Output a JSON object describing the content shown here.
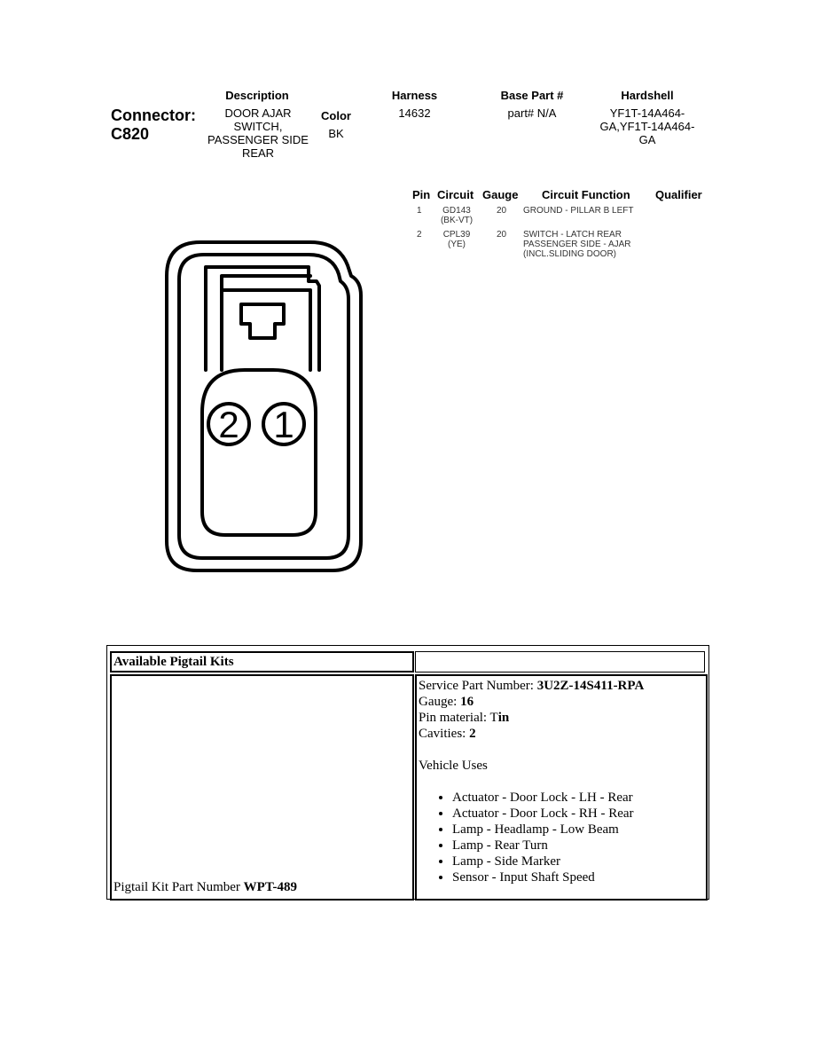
{
  "connector": {
    "label": "Connector:",
    "id": "C820",
    "headers": {
      "description": "Description",
      "color": "Color",
      "harness": "Harness",
      "base_part": "Base Part #",
      "hardshell": "Hardshell"
    },
    "description_lines": [
      "DOOR AJAR",
      "SWITCH,",
      "PASSENGER SIDE",
      "REAR"
    ],
    "color": "BK",
    "harness": "14632",
    "base_part": "part# N/A",
    "hardshell_lines": [
      "YF1T-14A464-",
      "GA,YF1T-14A464-",
      "GA"
    ]
  },
  "pin_table": {
    "headers": {
      "pin": "Pin",
      "circuit": "Circuit",
      "gauge": "Gauge",
      "function": "Circuit Function",
      "qualifier": "Qualifier"
    },
    "rows": [
      {
        "pin": "1",
        "circuit_lines": [
          "GD143",
          "(BK-VT)"
        ],
        "gauge": "20",
        "function_lines": [
          "GROUND - PILLAR B LEFT"
        ]
      },
      {
        "pin": "2",
        "circuit_lines": [
          "CPL39",
          "(YE)"
        ],
        "gauge": "20",
        "function_lines": [
          "SWITCH - LATCH REAR",
          "PASSENGER SIDE - AJAR",
          "(INCL.SLIDING DOOR)"
        ]
      }
    ]
  },
  "diagram": {
    "pin_labels": [
      "2",
      "1"
    ]
  },
  "pigtail": {
    "title": "Available Pigtail Kits",
    "kit_label": "Pigtail Kit Part Number ",
    "kit_number": "WPT-489",
    "service_label": "Service Part Number: ",
    "service_number": "3U2Z-14S411-RPA",
    "gauge_label": "Gauge: ",
    "gauge_value": "16",
    "pin_material_label": "Pin material: T",
    "pin_material_value": "in",
    "cavities_label": "Cavities: ",
    "cavities_value": "2",
    "uses_title": "Vehicle Uses",
    "uses": [
      "Actuator - Door Lock - LH - Rear",
      "Actuator - Door Lock - RH - Rear",
      "Lamp - Headlamp - Low Beam",
      "Lamp - Rear Turn",
      "Lamp - Side Marker",
      "Sensor - Input Shaft Speed"
    ]
  }
}
